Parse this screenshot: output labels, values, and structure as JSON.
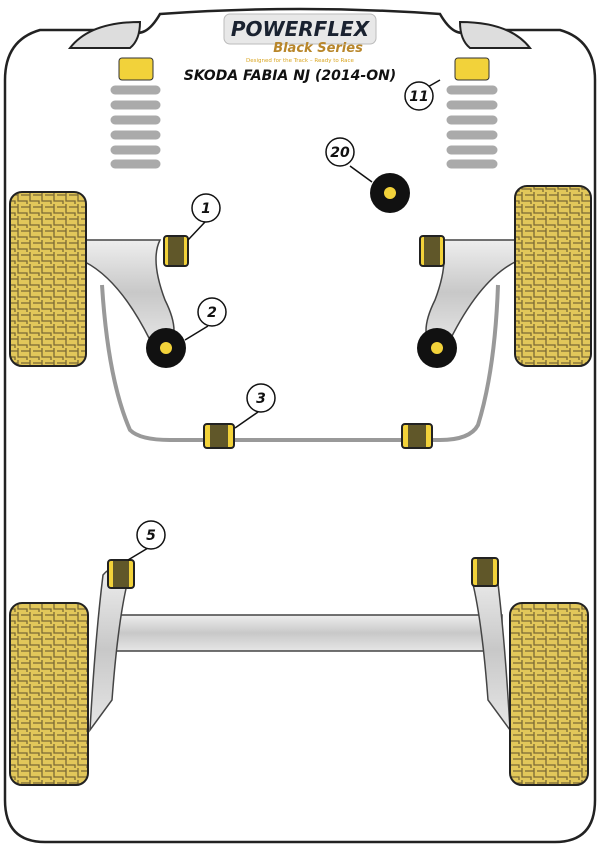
{
  "brand": {
    "name": "POWERFLEX",
    "series": "Black Series",
    "tagline": "Designed for the Track – Ready to Race"
  },
  "title": "SKODA FABIA NJ (2014-ON)",
  "part_labels": [
    "1",
    "2",
    "3",
    "5",
    "11",
    "20"
  ],
  "colors": {
    "wheel": "#e2c75a",
    "wheel_line": "#8a7a3a",
    "bushing": "#f2d23a",
    "arm": "#d4d4d4",
    "outline": "#222222"
  }
}
